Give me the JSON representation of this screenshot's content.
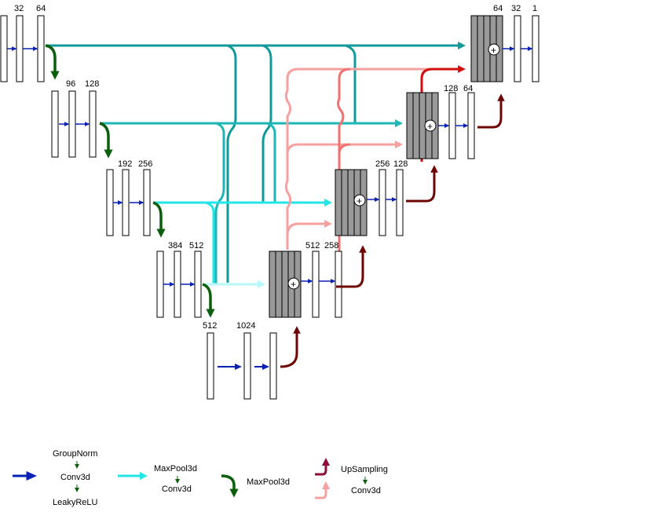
{
  "colors": {
    "blue": "#0a22b4",
    "green": "#0b5e0b",
    "teal1": "#129a9a",
    "teal2": "#1eb6b6",
    "cyan": "#22e6e6",
    "lightcyan": "#b8fafa",
    "red": "#d20d0d",
    "darkred": "#6e0505",
    "pink": "#f7a0a0",
    "salmon": "#f27070",
    "grey": "#999999"
  },
  "channels": {
    "enc1": [
      "32",
      "64"
    ],
    "enc2": [
      "96",
      "128"
    ],
    "enc3": [
      "192",
      "256"
    ],
    "enc4": [
      "384",
      "512"
    ],
    "bottleneck": [
      "512",
      "1024"
    ],
    "dec4": [
      "512",
      "258"
    ],
    "dec3": [
      "256",
      "128"
    ],
    "dec2": [
      "128",
      "64"
    ],
    "dec1": [
      "64",
      "32",
      "1"
    ]
  },
  "plus_symbol": "+",
  "legend": {
    "conv": [
      "GroupNorm",
      "Conv3d",
      "LeakyReLU"
    ],
    "maxpool_conv": [
      "MaxPool3d",
      "Conv3d"
    ],
    "maxpool": "MaxPool3d",
    "upsampling": [
      "UpSampling",
      "Conv3d"
    ]
  }
}
